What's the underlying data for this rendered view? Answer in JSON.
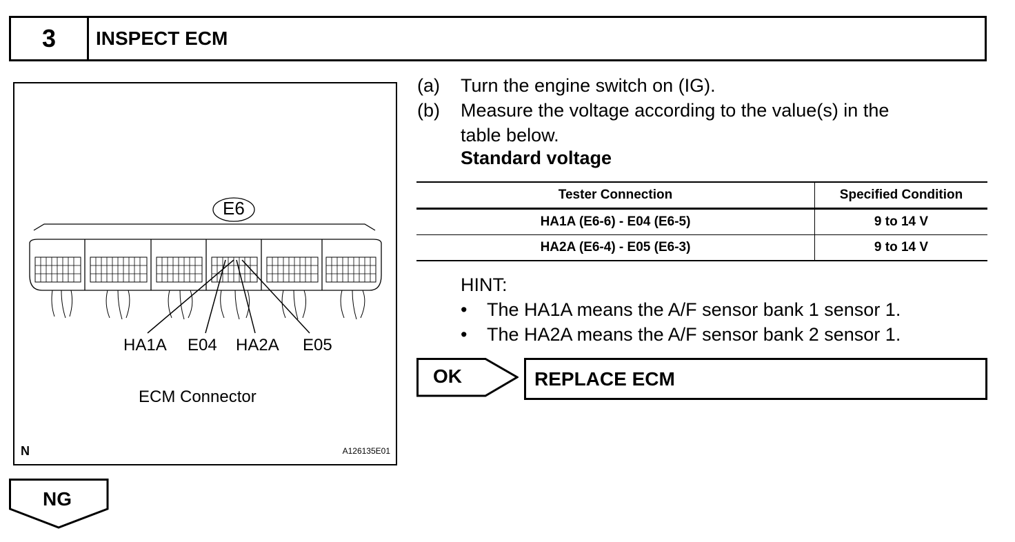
{
  "step": {
    "number": "3",
    "title": "INSPECT ECM"
  },
  "figure": {
    "connector_tag": "E6",
    "pin_labels": [
      "HA1A",
      "E04",
      "HA2A",
      "E05"
    ],
    "caption": "ECM Connector",
    "orientation_mark": "N",
    "figure_id": "A126135E01"
  },
  "instructions": [
    {
      "label": "(a)",
      "text": "Turn the engine switch on (IG)."
    },
    {
      "label": "(b)",
      "text": "Measure the voltage according to the value(s) in the"
    },
    {
      "label": "",
      "text": "table below."
    }
  ],
  "standard": {
    "title": "Standard voltage",
    "headers": [
      "Tester Connection",
      "Specified Condition"
    ],
    "rows": [
      [
        "HA1A (E6-6) - E04 (E6-5)",
        "9 to 14 V"
      ],
      [
        "HA2A (E6-4) - E05 (E6-3)",
        "9 to 14 V"
      ]
    ]
  },
  "hint": {
    "title": "HINT:",
    "bullet": "•",
    "items": [
      "The HA1A means the A/F sensor bank 1 sensor 1.",
      "The HA2A means the A/F sensor bank 2 sensor 1."
    ]
  },
  "ok": {
    "label": "OK",
    "result": "REPLACE ECM"
  },
  "ng": {
    "label": "NG"
  }
}
